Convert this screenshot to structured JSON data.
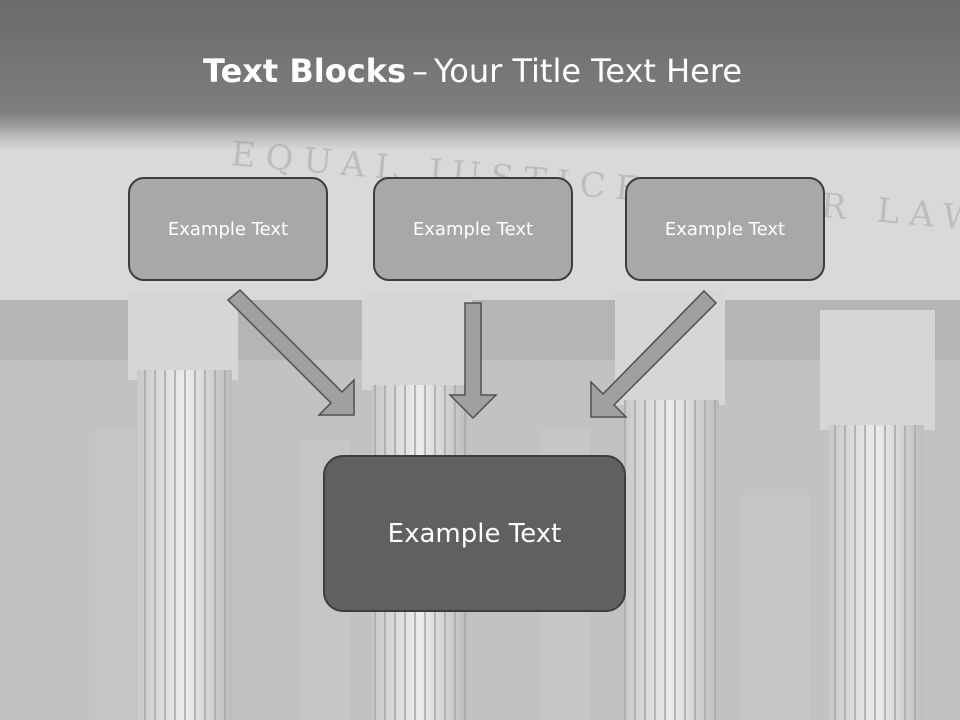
{
  "title": {
    "bold": "Text Blocks",
    "separator": "–",
    "rest": "Your Title Text Here"
  },
  "background": {
    "inscription": "EQUAL JUSTICE UNDER LAW"
  },
  "boxes": {
    "left": "Example Text",
    "middle": "Example Text",
    "right": "Example Text",
    "bottom": "Example Text"
  },
  "colors": {
    "small_box": "#a8a8a8",
    "big_box": "#606060",
    "arrow": "#a0a0a0",
    "outline": "#3d3d3d",
    "title_text": "#ffffff"
  }
}
